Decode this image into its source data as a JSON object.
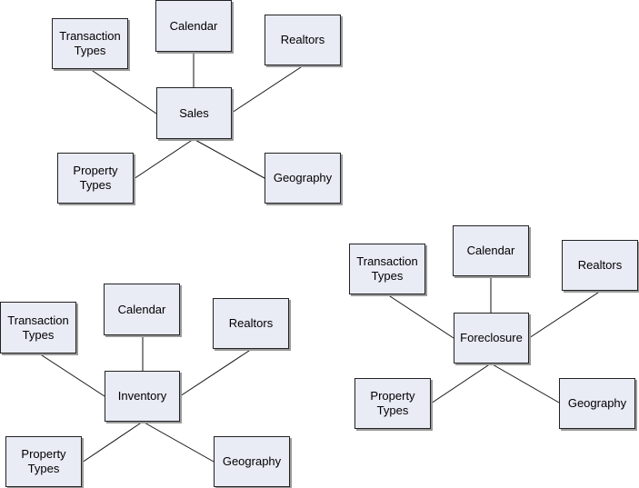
{
  "diagrams": [
    {
      "center": "Sales",
      "nodes": {
        "transaction_types": "Transaction\nTypes",
        "calendar": "Calendar",
        "realtors": "Realtors",
        "property_types": "Property\nTypes",
        "geography": "Geography"
      }
    },
    {
      "center": "Inventory",
      "nodes": {
        "transaction_types": "Transaction\nTypes",
        "calendar": "Calendar",
        "realtors": "Realtors",
        "property_types": "Property\nTypes",
        "geography": "Geography"
      }
    },
    {
      "center": "Foreclosure",
      "nodes": {
        "transaction_types": "Transaction\nTypes",
        "calendar": "Calendar",
        "realtors": "Realtors",
        "property_types": "Property\nTypes",
        "geography": "Geography"
      }
    }
  ]
}
